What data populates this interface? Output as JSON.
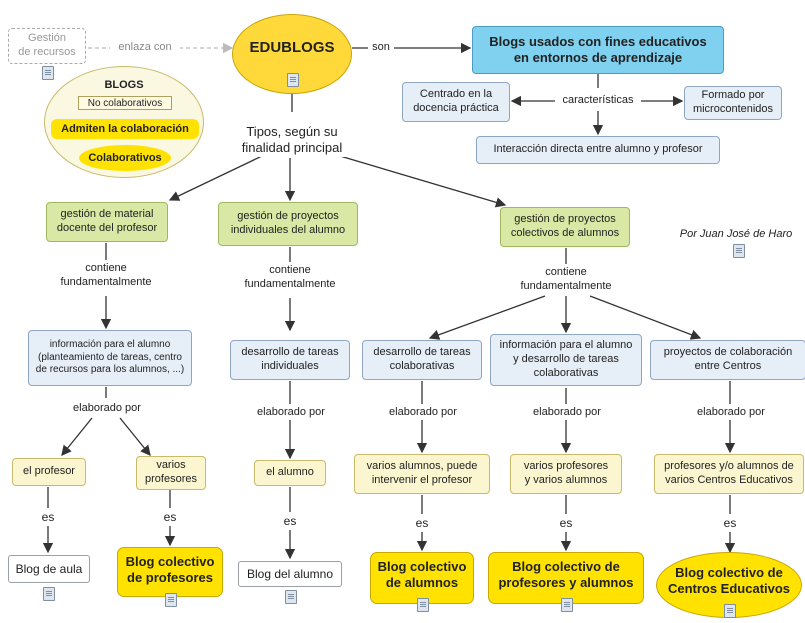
{
  "main": {
    "title": "EDUBLOGS",
    "resource": "Gestión\nde recursos",
    "link_enlaza": "enlaza con",
    "link_son": "son",
    "definition": "Blogs usados con fines educativos\nen entornos de aprendizaje",
    "link_caracteristicas": "características",
    "char_left": "Centrado en la\ndocencia práctica",
    "char_right": "Formado por\nmicrocontenidos",
    "char_bottom": "Interacción directa entre alumno y profesor",
    "tipos": "Tipos, según su\nfinalidad principal",
    "author": "Por Juan José de Haro"
  },
  "legend": {
    "title": "BLOGS",
    "items": [
      "No colaborativos",
      "Admiten la colaboración",
      "Colaborativos"
    ]
  },
  "branches": {
    "b1": "gestión de material\ndocente del profesor",
    "b2": "gestión de proyectos\nindividuales del alumno",
    "b3": "gestión de proyectos\ncolectivos de alumnos",
    "contiene": "contiene\nfundamentalmente"
  },
  "level2": {
    "info_alumno": "información para el alumno\n(planteamiento de tareas, centro\nde recursos para los alumnos, ...)",
    "desarrollo_ind": "desarrollo de tareas\nindividuales",
    "desarrollo_col": "desarrollo de tareas\ncolaborativas",
    "info_desarrollo": "información para el alumno\ny desarrollo de tareas\ncolaborativas",
    "proyectos_centros": "proyectos de colaboración\nentre Centros"
  },
  "elaborado": "elaborado por",
  "level3": {
    "el_profesor": "el profesor",
    "varios_profesores": "varios\nprofesores",
    "el_alumno": "el alumno",
    "varios_alumnos": "varios alumnos, puede\nintervenir el profesor",
    "profes_y_alumnos": "varios profesores\ny varios alumnos",
    "centros": "profesores y/o alumnos de\nvarios Centros Educativos"
  },
  "es": "es",
  "blogs": {
    "aula": "Blog de aula",
    "col_profesores": "Blog colectivo\nde profesores",
    "alumno": "Blog del alumno",
    "col_alumnos": "Blog colectivo\nde alumnos",
    "col_prof_alumnos": "Blog colectivo de\nprofesores y alumnos",
    "col_centros": "Blog colectivo de\nCentros Educativos"
  },
  "colors": {
    "definition_bg": "#7fd1ef",
    "edublogs_bg": "#ffd93a",
    "yellow": "#ffe200",
    "green": "#d9e8a4",
    "blue": "#e6eef7",
    "cream": "#fbf6cf",
    "line": "#333333"
  }
}
